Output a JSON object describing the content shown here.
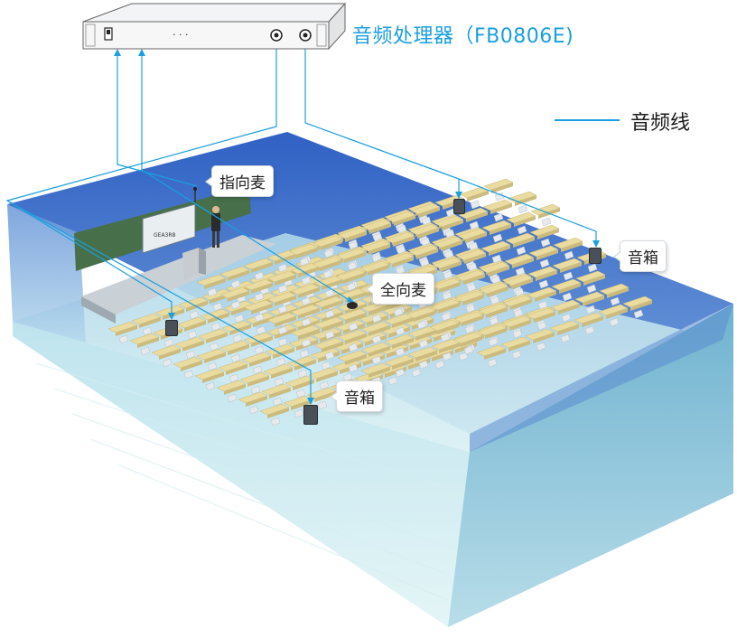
{
  "device": {
    "title": "音频处理器（FB0806E)",
    "front_dots": "· · ·"
  },
  "legend": {
    "label": "音频线",
    "line_color": "#1a9fe0"
  },
  "callouts": {
    "directional_mic": "指向麦",
    "omni_mic": "全向麦",
    "speaker_right": "音箱",
    "speaker_front": "音箱"
  },
  "colors": {
    "accent": "#1a9fe0",
    "room_wall": "#3f6cc9",
    "room_glass": "#bfe6ee",
    "desk": "#eadba0",
    "chalkboard": "#47704a"
  },
  "classroom": {
    "board_text": "GEA3R8"
  }
}
